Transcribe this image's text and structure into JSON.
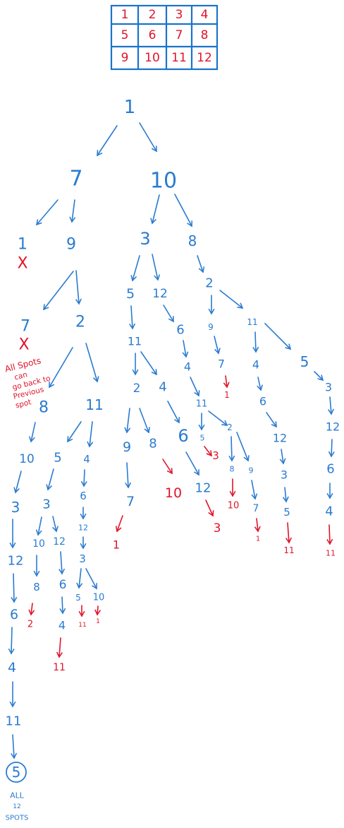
{
  "grid": {
    "cells": [
      "1",
      "2",
      "3",
      "4",
      "5",
      "6",
      "7",
      "8",
      "9",
      "10",
      "11",
      "12"
    ],
    "line_color": "#1a73c9",
    "text_color": "#e0142a"
  },
  "tree": {
    "blue_color": "#2a7bd0",
    "red_color": "#e0142a",
    "nodes": [
      {
        "id": "n1",
        "label": "1",
        "color": "blue"
      },
      {
        "id": "n7",
        "label": "7",
        "color": "blue"
      },
      {
        "id": "n10",
        "label": "10",
        "color": "blue"
      },
      {
        "id": "n7_1",
        "label": "1",
        "color": "blue"
      },
      {
        "id": "n7_1x",
        "label": "X",
        "color": "red"
      },
      {
        "id": "n7_9",
        "label": "9",
        "color": "blue"
      },
      {
        "id": "n9_7",
        "label": "7",
        "color": "blue"
      },
      {
        "id": "n9_7x",
        "label": "X",
        "color": "red"
      },
      {
        "id": "n9_2",
        "label": "2",
        "color": "blue"
      },
      {
        "id": "n2_8",
        "label": "8",
        "color": "blue"
      },
      {
        "id": "n2_11",
        "label": "11",
        "color": "blue"
      },
      {
        "id": "a10",
        "label": "10",
        "color": "blue"
      },
      {
        "id": "a3",
        "label": "3",
        "color": "blue"
      },
      {
        "id": "a12",
        "label": "12",
        "color": "blue"
      },
      {
        "id": "a6",
        "label": "6",
        "color": "blue"
      },
      {
        "id": "a4",
        "label": "4",
        "color": "blue"
      },
      {
        "id": "a11",
        "label": "11",
        "color": "blue"
      },
      {
        "id": "a5",
        "label": "5",
        "color": "blue"
      },
      {
        "id": "b5",
        "label": "5",
        "color": "blue"
      },
      {
        "id": "b3",
        "label": "3",
        "color": "blue"
      },
      {
        "id": "b10",
        "label": "10",
        "color": "blue"
      },
      {
        "id": "b8",
        "label": "8",
        "color": "blue"
      },
      {
        "id": "b2",
        "label": "2",
        "color": "red"
      },
      {
        "id": "b12",
        "label": "12",
        "color": "blue"
      },
      {
        "id": "b6",
        "label": "6",
        "color": "blue"
      },
      {
        "id": "b4",
        "label": "4",
        "color": "blue"
      },
      {
        "id": "b11",
        "label": "11",
        "color": "red"
      },
      {
        "id": "c4",
        "label": "4",
        "color": "blue"
      },
      {
        "id": "c6",
        "label": "6",
        "color": "blue"
      },
      {
        "id": "c12",
        "label": "12",
        "color": "blue"
      },
      {
        "id": "c3",
        "label": "3",
        "color": "blue"
      },
      {
        "id": "c5",
        "label": "5",
        "color": "blue"
      },
      {
        "id": "c10",
        "label": "10",
        "color": "blue"
      },
      {
        "id": "c11r",
        "label": "11",
        "color": "red"
      },
      {
        "id": "c1r",
        "label": "1",
        "color": "red"
      },
      {
        "id": "r3",
        "label": "3",
        "color": "blue"
      },
      {
        "id": "r8",
        "label": "8",
        "color": "blue"
      },
      {
        "id": "r5",
        "label": "5",
        "color": "blue"
      },
      {
        "id": "r12",
        "label": "12",
        "color": "blue"
      },
      {
        "id": "r11",
        "label": "11",
        "color": "blue"
      },
      {
        "id": "r2",
        "label": "2",
        "color": "blue"
      },
      {
        "id": "r4",
        "label": "4",
        "color": "blue"
      },
      {
        "id": "r9",
        "label": "9",
        "color": "blue"
      },
      {
        "id": "r8b",
        "label": "8",
        "color": "blue"
      },
      {
        "id": "r7",
        "label": "7",
        "color": "blue"
      },
      {
        "id": "r1",
        "label": "1",
        "color": "red"
      },
      {
        "id": "r10",
        "label": "10",
        "color": "red"
      },
      {
        "id": "r6",
        "label": "6",
        "color": "blue"
      },
      {
        "id": "r6b",
        "label": "6",
        "color": "blue"
      },
      {
        "id": "r4b",
        "label": "4",
        "color": "blue"
      },
      {
        "id": "r11b",
        "label": "11",
        "color": "blue"
      },
      {
        "id": "r5b",
        "label": "5",
        "color": "blue"
      },
      {
        "id": "r3r",
        "label": "3",
        "color": "red"
      },
      {
        "id": "r12b",
        "label": "12",
        "color": "blue"
      },
      {
        "id": "r3r2",
        "label": "3",
        "color": "red"
      },
      {
        "id": "r2b",
        "label": "2",
        "color": "blue"
      },
      {
        "id": "r8c",
        "label": "8",
        "color": "blue"
      },
      {
        "id": "r10r",
        "label": "10",
        "color": "red"
      },
      {
        "id": "r9b",
        "label": "9",
        "color": "blue"
      },
      {
        "id": "r7b",
        "label": "7",
        "color": "blue"
      },
      {
        "id": "r1r2",
        "label": "1",
        "color": "red"
      },
      {
        "id": "s2",
        "label": "2",
        "color": "blue"
      },
      {
        "id": "s9",
        "label": "9",
        "color": "blue"
      },
      {
        "id": "s7",
        "label": "7",
        "color": "blue"
      },
      {
        "id": "s1r",
        "label": "1",
        "color": "red"
      },
      {
        "id": "s11",
        "label": "11",
        "color": "blue"
      },
      {
        "id": "s4",
        "label": "4",
        "color": "blue"
      },
      {
        "id": "s6",
        "label": "6",
        "color": "blue"
      },
      {
        "id": "s12",
        "label": "12",
        "color": "blue"
      },
      {
        "id": "s3",
        "label": "3",
        "color": "blue"
      },
      {
        "id": "s5",
        "label": "5",
        "color": "blue"
      },
      {
        "id": "s11r",
        "label": "11",
        "color": "red"
      },
      {
        "id": "t5",
        "label": "5",
        "color": "blue"
      },
      {
        "id": "t3",
        "label": "3",
        "color": "blue"
      },
      {
        "id": "t12",
        "label": "12",
        "color": "blue"
      },
      {
        "id": "t6",
        "label": "6",
        "color": "blue"
      },
      {
        "id": "t4",
        "label": "4",
        "color": "blue"
      },
      {
        "id": "t11r",
        "label": "11",
        "color": "red"
      }
    ]
  },
  "annotations": {
    "previous_spot_note": [
      "All Spots",
      "can",
      "go back to",
      "Previous",
      "spot"
    ],
    "all_spots_note": [
      "ALL",
      "12",
      "SPOTS"
    ]
  }
}
